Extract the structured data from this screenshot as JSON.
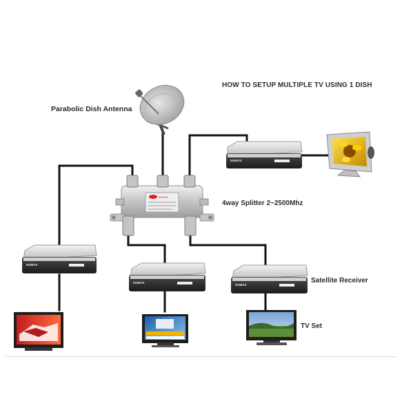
{
  "diagram": {
    "title": "HOW TO SETUP MULTIPLE TV USING 1 DISH",
    "labels": {
      "dish": "Parabolic Dish Antenna",
      "splitter": "4way Splitter 2~2500Mhz",
      "receiver": "Satellite Receiver",
      "tv": "TV Set"
    },
    "receiver_logo": "HUMAX",
    "splitter_brand": "BIKANI"
  },
  "colors": {
    "cable": "#111111",
    "receiver_body": "#d8d8d8",
    "receiver_front": "#2c2c2c",
    "splitter_body": "#cfcfcf",
    "connector": "#b9b9b9",
    "tv_frame": "#202020",
    "dish": "#c9c9c9"
  }
}
